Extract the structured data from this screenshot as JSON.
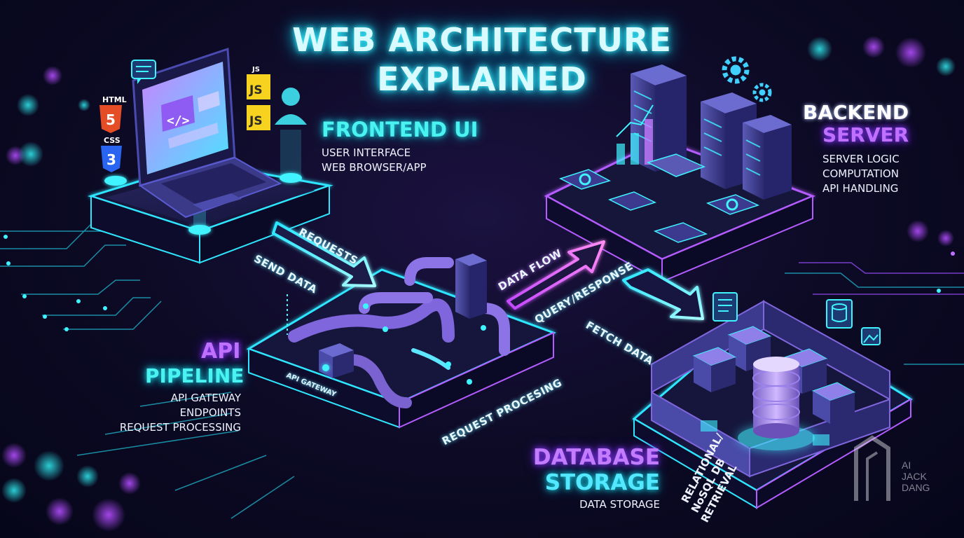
{
  "title": {
    "line1": "WEB ARCHITECTURE",
    "line2": "EXPLAINED"
  },
  "frontend": {
    "heading": "FRONTEND UI",
    "lines": [
      "USER INTERFACE",
      "WEB BROWSER/APP"
    ],
    "badges": {
      "html_label": "HTML",
      "html_num": "5",
      "css_label": "CSS",
      "css_num": "3",
      "js_label": "JS",
      "js_text": "JS"
    }
  },
  "backend": {
    "heading_line1": "BACKEND",
    "heading_line2": "SERVER",
    "lines": [
      "SERVER LOGIC",
      "COMPUTATION",
      "API HANDLING"
    ]
  },
  "api": {
    "heading_line1": "API",
    "heading_line2": "PIPELINE",
    "lines": [
      "API GATEWAY",
      "ENDPOINTS",
      "REQUEST PROCESSING"
    ],
    "gateway_label": "API GATEWAY"
  },
  "database": {
    "heading_line1": "DATABASE",
    "heading_line2": "STORAGE",
    "lines": [
      "DATA STORAGE"
    ],
    "side_lines": [
      "RELATIONAL/",
      "NoSQL DB",
      "RETRIEVAL"
    ]
  },
  "flows": {
    "requests": "REQUESTS",
    "send_data": "SEND DATA",
    "data_flow": "DATA FLOW",
    "query_response": "QUERY/RESPONSE",
    "fetch_data": "FETCH DATA",
    "request_processing": "REQUEST PROCESING"
  },
  "watermark": {
    "line1": "AI",
    "line2": "JACK",
    "line3": "DANG"
  },
  "colors": {
    "cyan": "#3ff3ff",
    "purple": "#b05cff",
    "background": "#0c0a24",
    "html_orange": "#e44d26",
    "css_blue": "#2965f1",
    "js_yellow": "#f7d21e"
  },
  "icons": {
    "frontend_device": "laptop-icon",
    "user": "user-icon",
    "chat": "chat-bubble-icon",
    "gears": "gear-icon",
    "chart": "bar-chart-icon",
    "database": "database-cylinder-icon"
  }
}
